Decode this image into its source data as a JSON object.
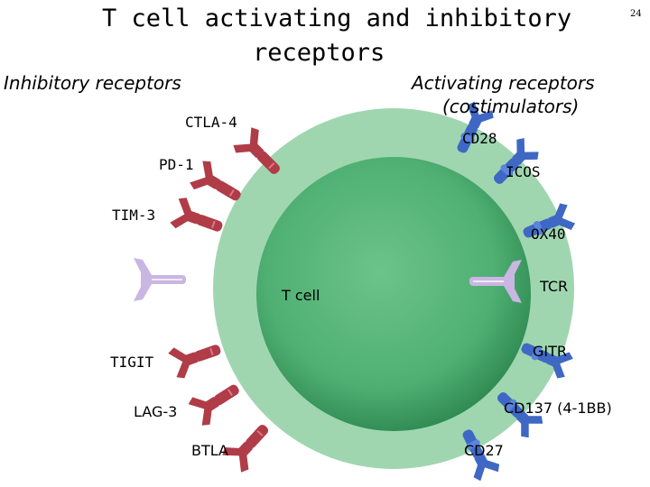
{
  "slide": {
    "page_number": "24",
    "title_line1": "T cell activating and inhibitory",
    "title_line2": "receptors",
    "inhibitory_heading": "Inhibitory receptors",
    "activating_heading_line1": "Activating receptors",
    "activating_heading_line2": "(costimulators)",
    "cell_label": "T cell"
  },
  "colors": {
    "outer_cell": "#9fd6b0",
    "inner_cell": "#53b477",
    "inhibitory_receptor": "#b03c48",
    "activating_receptor": "#3f68c4",
    "tcr_receptor": "#c9b6e2"
  },
  "receptors": {
    "inhibitory": [
      {
        "label": "CTLA-4"
      },
      {
        "label": "PD-1"
      },
      {
        "label": "TIM-3"
      },
      {
        "label": "TIGIT"
      },
      {
        "label": "LAG-3"
      },
      {
        "label": "BTLA"
      }
    ],
    "activating": [
      {
        "label": "CD28"
      },
      {
        "label": "ICOS"
      },
      {
        "label": "OX40"
      },
      {
        "label": "TCR"
      },
      {
        "label": "GITR"
      },
      {
        "label": "CD137 (4-1BB)"
      },
      {
        "label": "CD27"
      }
    ]
  }
}
